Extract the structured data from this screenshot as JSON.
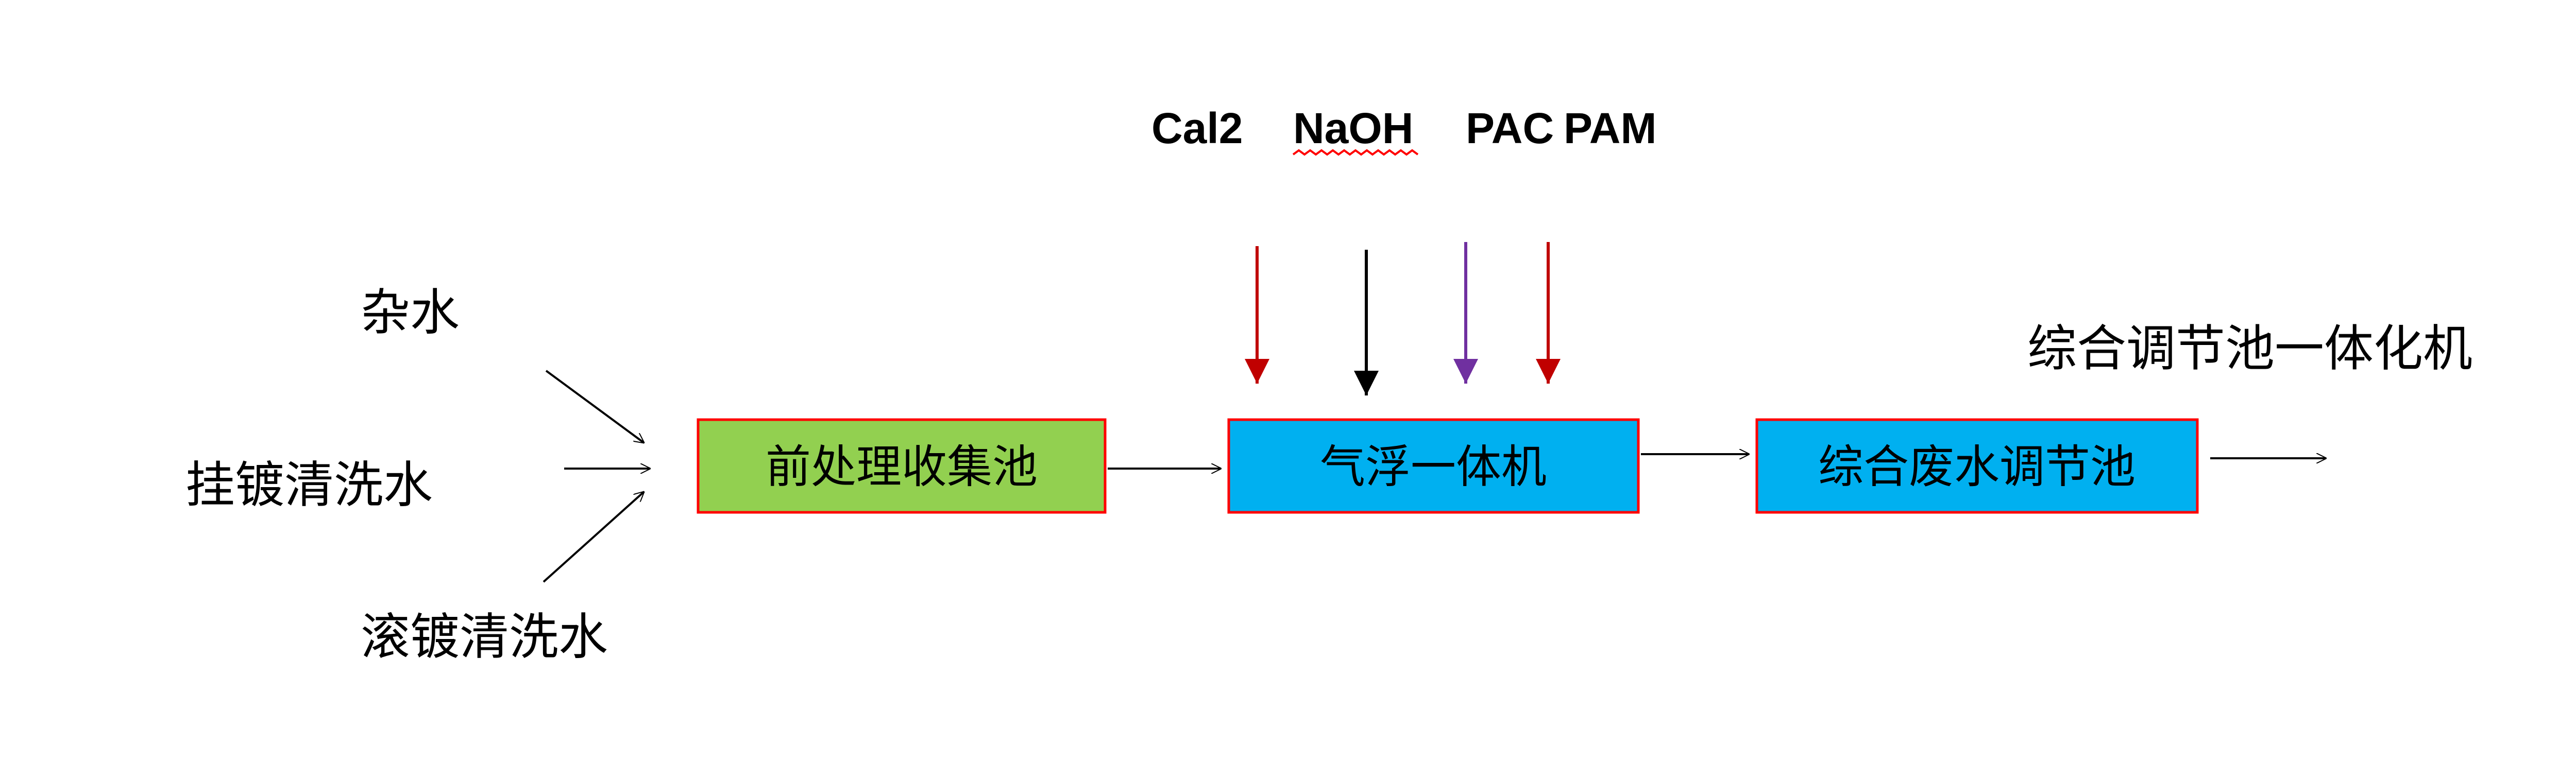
{
  "chemicals": {
    "cal2": "Cal2",
    "naoh": "NaOH",
    "pac": "PAC",
    "pam": "PAM"
  },
  "inputs": {
    "misc_water": "杂水",
    "rack_rinse": "挂镀清洗水",
    "barrel_rinse": "滚镀清洗水"
  },
  "boxes": {
    "pretreat": "前处理收集池",
    "flotation": "气浮一体机",
    "wastewater": "综合废水调节池"
  },
  "output_label": "综合调节池一体化机",
  "colors": {
    "pretreat_fill": "#92D050",
    "process_fill": "#00B0F0",
    "box_border": "#FF0000",
    "dose_red": "#C00000",
    "dose_black": "#000000",
    "dose_purple": "#7030A0",
    "squiggle": "#FF0000"
  }
}
